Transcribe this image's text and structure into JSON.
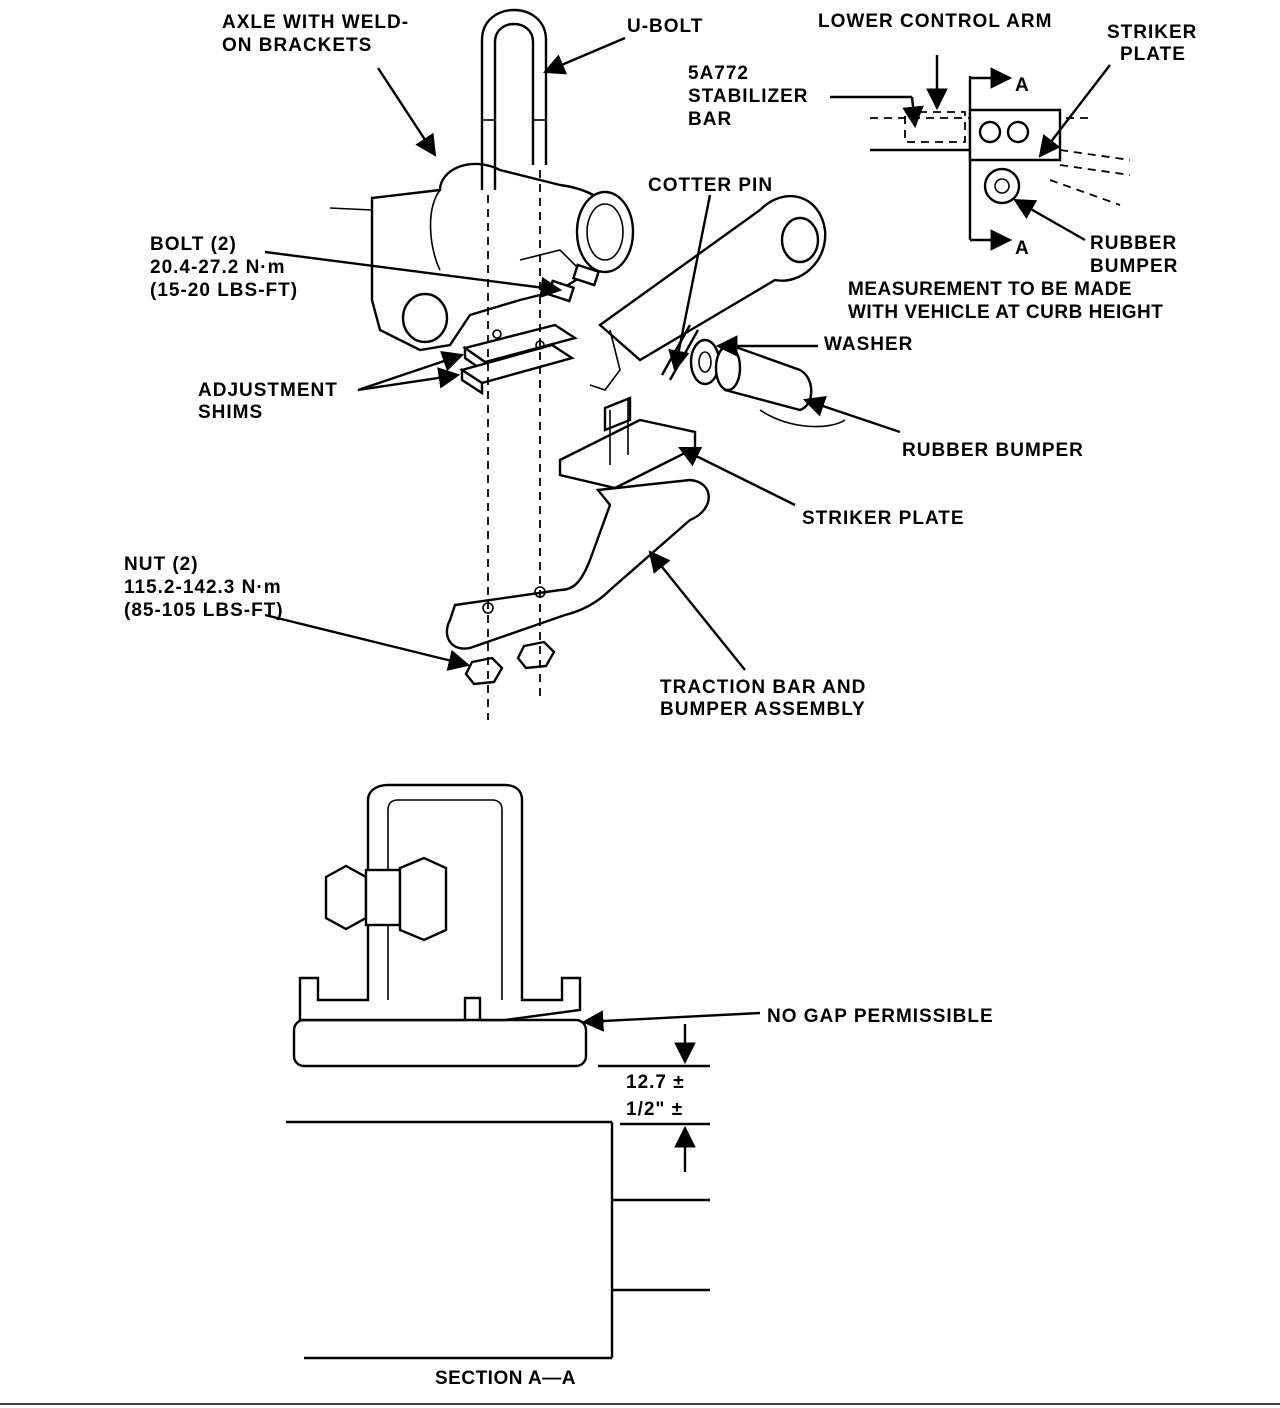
{
  "labels": {
    "axle": [
      "AXLE WITH WELD-",
      "ON BRACKETS"
    ],
    "u_bolt": "U-BOLT",
    "lower_control_arm": "LOWER CONTROL ARM",
    "striker_plate_top": [
      "STRIKER",
      "PLATE"
    ],
    "stabilizer_bar": [
      "5A772",
      "STABILIZER",
      "BAR"
    ],
    "section_marker": "A",
    "rubber_bumper_top": [
      "RUBBER",
      "BUMPER"
    ],
    "measurement_note": [
      "MEASUREMENT TO BE MADE",
      "WITH VEHICLE AT CURB HEIGHT"
    ],
    "cotter_pin": "COTTER PIN",
    "bolt": [
      "BOLT (2)",
      "20.4-27.2 N·m",
      "(15-20 LBS-FT)"
    ],
    "washer": "WASHER",
    "adjustment_shims": [
      "ADJUSTMENT",
      "SHIMS"
    ],
    "rubber_bumper": "RUBBER BUMPER",
    "striker_plate": "STRIKER PLATE",
    "nut": [
      "NUT (2)",
      "115.2-142.3 N·m",
      "(85-105 LBS-FT)"
    ],
    "traction_bar": [
      "TRACTION BAR AND",
      "BUMPER ASSEMBLY"
    ],
    "no_gap": "NO GAP PERMISSIBLE",
    "dimension": [
      "12.7  ±",
      "1/2\"  ±"
    ],
    "section_title": "SECTION A—A"
  }
}
